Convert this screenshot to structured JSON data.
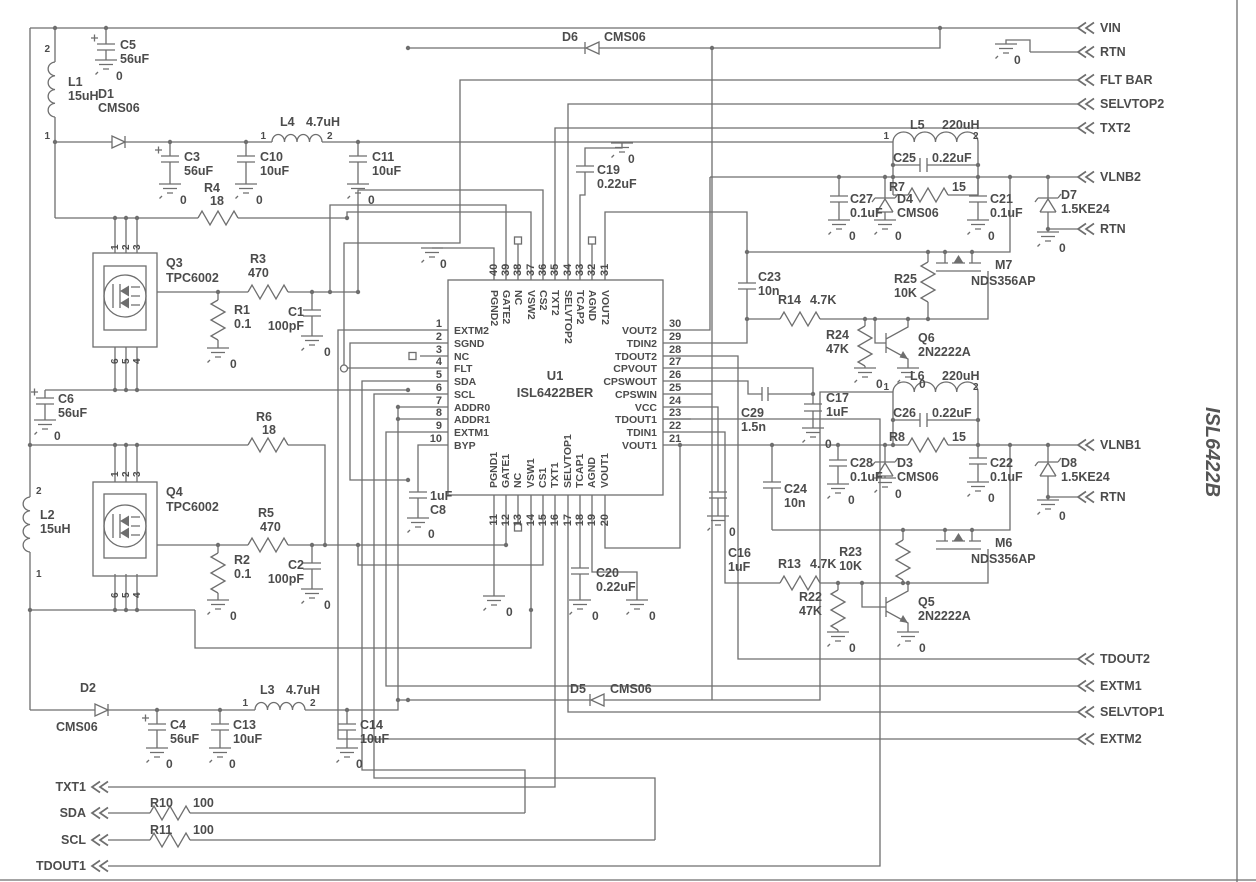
{
  "title_block": {
    "doc_title": "ISL6422B"
  },
  "ground_label": "0",
  "chip": {
    "ref": "U1",
    "part": "ISL6422BER",
    "left": [
      {
        "n": "1",
        "name": "EXTM2"
      },
      {
        "n": "2",
        "name": "SGND"
      },
      {
        "n": "3",
        "name": "NC"
      },
      {
        "n": "4",
        "name": "FLT"
      },
      {
        "n": "5",
        "name": "SDA"
      },
      {
        "n": "6",
        "name": "SCL"
      },
      {
        "n": "7",
        "name": "ADDR0"
      },
      {
        "n": "8",
        "name": "ADDR1"
      },
      {
        "n": "9",
        "name": "EXTM1"
      },
      {
        "n": "10",
        "name": "BYP"
      }
    ],
    "right": [
      {
        "n": "30",
        "name": "VOUT2"
      },
      {
        "n": "29",
        "name": "TDIN2"
      },
      {
        "n": "28",
        "name": "TDOUT2"
      },
      {
        "n": "27",
        "name": "CPVOUT"
      },
      {
        "n": "26",
        "name": "CPSWOUT"
      },
      {
        "n": "25",
        "name": "CPSWIN"
      },
      {
        "n": "24",
        "name": "VCC"
      },
      {
        "n": "23",
        "name": "TDOUT1"
      },
      {
        "n": "22",
        "name": "TDIN1"
      },
      {
        "n": "21",
        "name": "VOUT1"
      }
    ],
    "top": [
      {
        "n": "40",
        "name": "PGND2"
      },
      {
        "n": "39",
        "name": "GATE2"
      },
      {
        "n": "38",
        "name": "NC"
      },
      {
        "n": "37",
        "name": "VSW2"
      },
      {
        "n": "36",
        "name": "CS2"
      },
      {
        "n": "35",
        "name": "TXT2"
      },
      {
        "n": "34",
        "name": "SELVTOP2"
      },
      {
        "n": "33",
        "name": "TCAP2"
      },
      {
        "n": "32",
        "name": "AGND"
      },
      {
        "n": "31",
        "name": "VOUT2"
      }
    ],
    "bottom": [
      {
        "n": "11",
        "name": "PGND1"
      },
      {
        "n": "12",
        "name": "GATE1"
      },
      {
        "n": "13",
        "name": "NC"
      },
      {
        "n": "14",
        "name": "VSW1"
      },
      {
        "n": "15",
        "name": "CS1"
      },
      {
        "n": "16",
        "name": "TXT1"
      },
      {
        "n": "17",
        "name": "SELVTOP1"
      },
      {
        "n": "18",
        "name": "TCAP1"
      },
      {
        "n": "19",
        "name": "AGND"
      },
      {
        "n": "20",
        "name": "VOUT1"
      }
    ]
  },
  "connectors": {
    "right": [
      "VIN",
      "RTN",
      "FLT BAR",
      "SELVTOP2",
      "TXT2",
      "VLNB2",
      "RTN",
      "VLNB1",
      "RTN",
      "TDOUT2",
      "EXTM1",
      "SELVTOP1",
      "EXTM2"
    ],
    "left": [
      "TXT1",
      "SDA",
      "SCL",
      "TDOUT1"
    ]
  },
  "components": {
    "L1": {
      "ref": "L1",
      "value": "15uH",
      "p1": "1",
      "p2": "2"
    },
    "L2": {
      "ref": "L2",
      "value": "15uH",
      "p1": "1",
      "p2": "2"
    },
    "L3": {
      "ref": "L3",
      "value": "4.7uH",
      "p1": "1",
      "p2": "2"
    },
    "L4": {
      "ref": "L4",
      "value": "4.7uH",
      "p1": "1",
      "p2": "2"
    },
    "L5": {
      "ref": "L5",
      "value": "220uH",
      "p1": "1",
      "p2": "2"
    },
    "L6": {
      "ref": "L6",
      "value": "220uH",
      "p1": "1",
      "p2": "2"
    },
    "C1": {
      "ref": "C1",
      "value": "100pF"
    },
    "C2": {
      "ref": "C2",
      "value": "100pF"
    },
    "C3": {
      "ref": "C3",
      "value": "56uF"
    },
    "C4": {
      "ref": "C4",
      "value": "56uF"
    },
    "C5": {
      "ref": "C5",
      "value": "56uF"
    },
    "C6": {
      "ref": "C6",
      "value": "56uF"
    },
    "C8": {
      "ref": "C8",
      "value": "1uF"
    },
    "C10": {
      "ref": "C10",
      "value": "10uF"
    },
    "C11": {
      "ref": "C11",
      "value": "10uF"
    },
    "C13": {
      "ref": "C13",
      "value": "10uF"
    },
    "C14": {
      "ref": "C14",
      "value": "10uF"
    },
    "C16": {
      "ref": "C16",
      "value": "1uF"
    },
    "C17": {
      "ref": "C17",
      "value": "1uF"
    },
    "C19": {
      "ref": "C19",
      "value": "0.22uF"
    },
    "C20": {
      "ref": "C20",
      "value": "0.22uF"
    },
    "C21": {
      "ref": "C21",
      "value": "0.1uF"
    },
    "C22": {
      "ref": "C22",
      "value": "0.1uF"
    },
    "C23": {
      "ref": "C23",
      "value": "10n"
    },
    "C24": {
      "ref": "C24",
      "value": "10n"
    },
    "C25": {
      "ref": "C25",
      "value": "0.22uF"
    },
    "C26": {
      "ref": "C26",
      "value": "0.22uF"
    },
    "C27": {
      "ref": "C27",
      "value": "0.1uF"
    },
    "C28": {
      "ref": "C28",
      "value": "0.1uF"
    },
    "C29": {
      "ref": "C29",
      "value": "1.5n"
    },
    "R1": {
      "ref": "R1",
      "value": "0.1"
    },
    "R2": {
      "ref": "R2",
      "value": "0.1"
    },
    "R3": {
      "ref": "R3",
      "value": "470"
    },
    "R4": {
      "ref": "R4",
      "value": "18"
    },
    "R5": {
      "ref": "R5",
      "value": "470"
    },
    "R6": {
      "ref": "R6",
      "value": "18"
    },
    "R7": {
      "ref": "R7",
      "value": "15"
    },
    "R8": {
      "ref": "R8",
      "value": "15"
    },
    "R10": {
      "ref": "R10",
      "value": "100"
    },
    "R11": {
      "ref": "R11",
      "value": "100"
    },
    "R13": {
      "ref": "R13",
      "value": "4.7K"
    },
    "R14": {
      "ref": "R14",
      "value": "4.7K"
    },
    "R22": {
      "ref": "R22",
      "value": "47K"
    },
    "R23": {
      "ref": "R23",
      "value": "10K"
    },
    "R24": {
      "ref": "R24",
      "value": "47K"
    },
    "R25": {
      "ref": "R25",
      "value": "10K"
    },
    "D1": {
      "ref": "D1",
      "value": "CMS06"
    },
    "D2": {
      "ref": "D2",
      "value": "CMS06"
    },
    "D3": {
      "ref": "D3",
      "value": "CMS06"
    },
    "D4": {
      "ref": "D4",
      "value": "CMS06"
    },
    "D5": {
      "ref": "D5",
      "value": "CMS06"
    },
    "D6": {
      "ref": "D6",
      "value": "CMS06"
    },
    "D7": {
      "ref": "D7",
      "value": "1.5KE24"
    },
    "D8": {
      "ref": "D8",
      "value": "1.5KE24"
    },
    "Q3": {
      "ref": "Q3",
      "value": "TPC6002",
      "pt": [
        "1",
        "2",
        "3"
      ],
      "pb": [
        "6",
        "5",
        "4"
      ]
    },
    "Q4": {
      "ref": "Q4",
      "value": "TPC6002",
      "pt": [
        "1",
        "2",
        "3"
      ],
      "pb": [
        "6",
        "5",
        "4"
      ]
    },
    "Q5": {
      "ref": "Q5",
      "value": "2N2222A"
    },
    "Q6": {
      "ref": "Q6",
      "value": "2N2222A"
    },
    "M6": {
      "ref": "M6",
      "value": "NDS356AP"
    },
    "M7": {
      "ref": "M7",
      "value": "NDS356AP"
    }
  }
}
